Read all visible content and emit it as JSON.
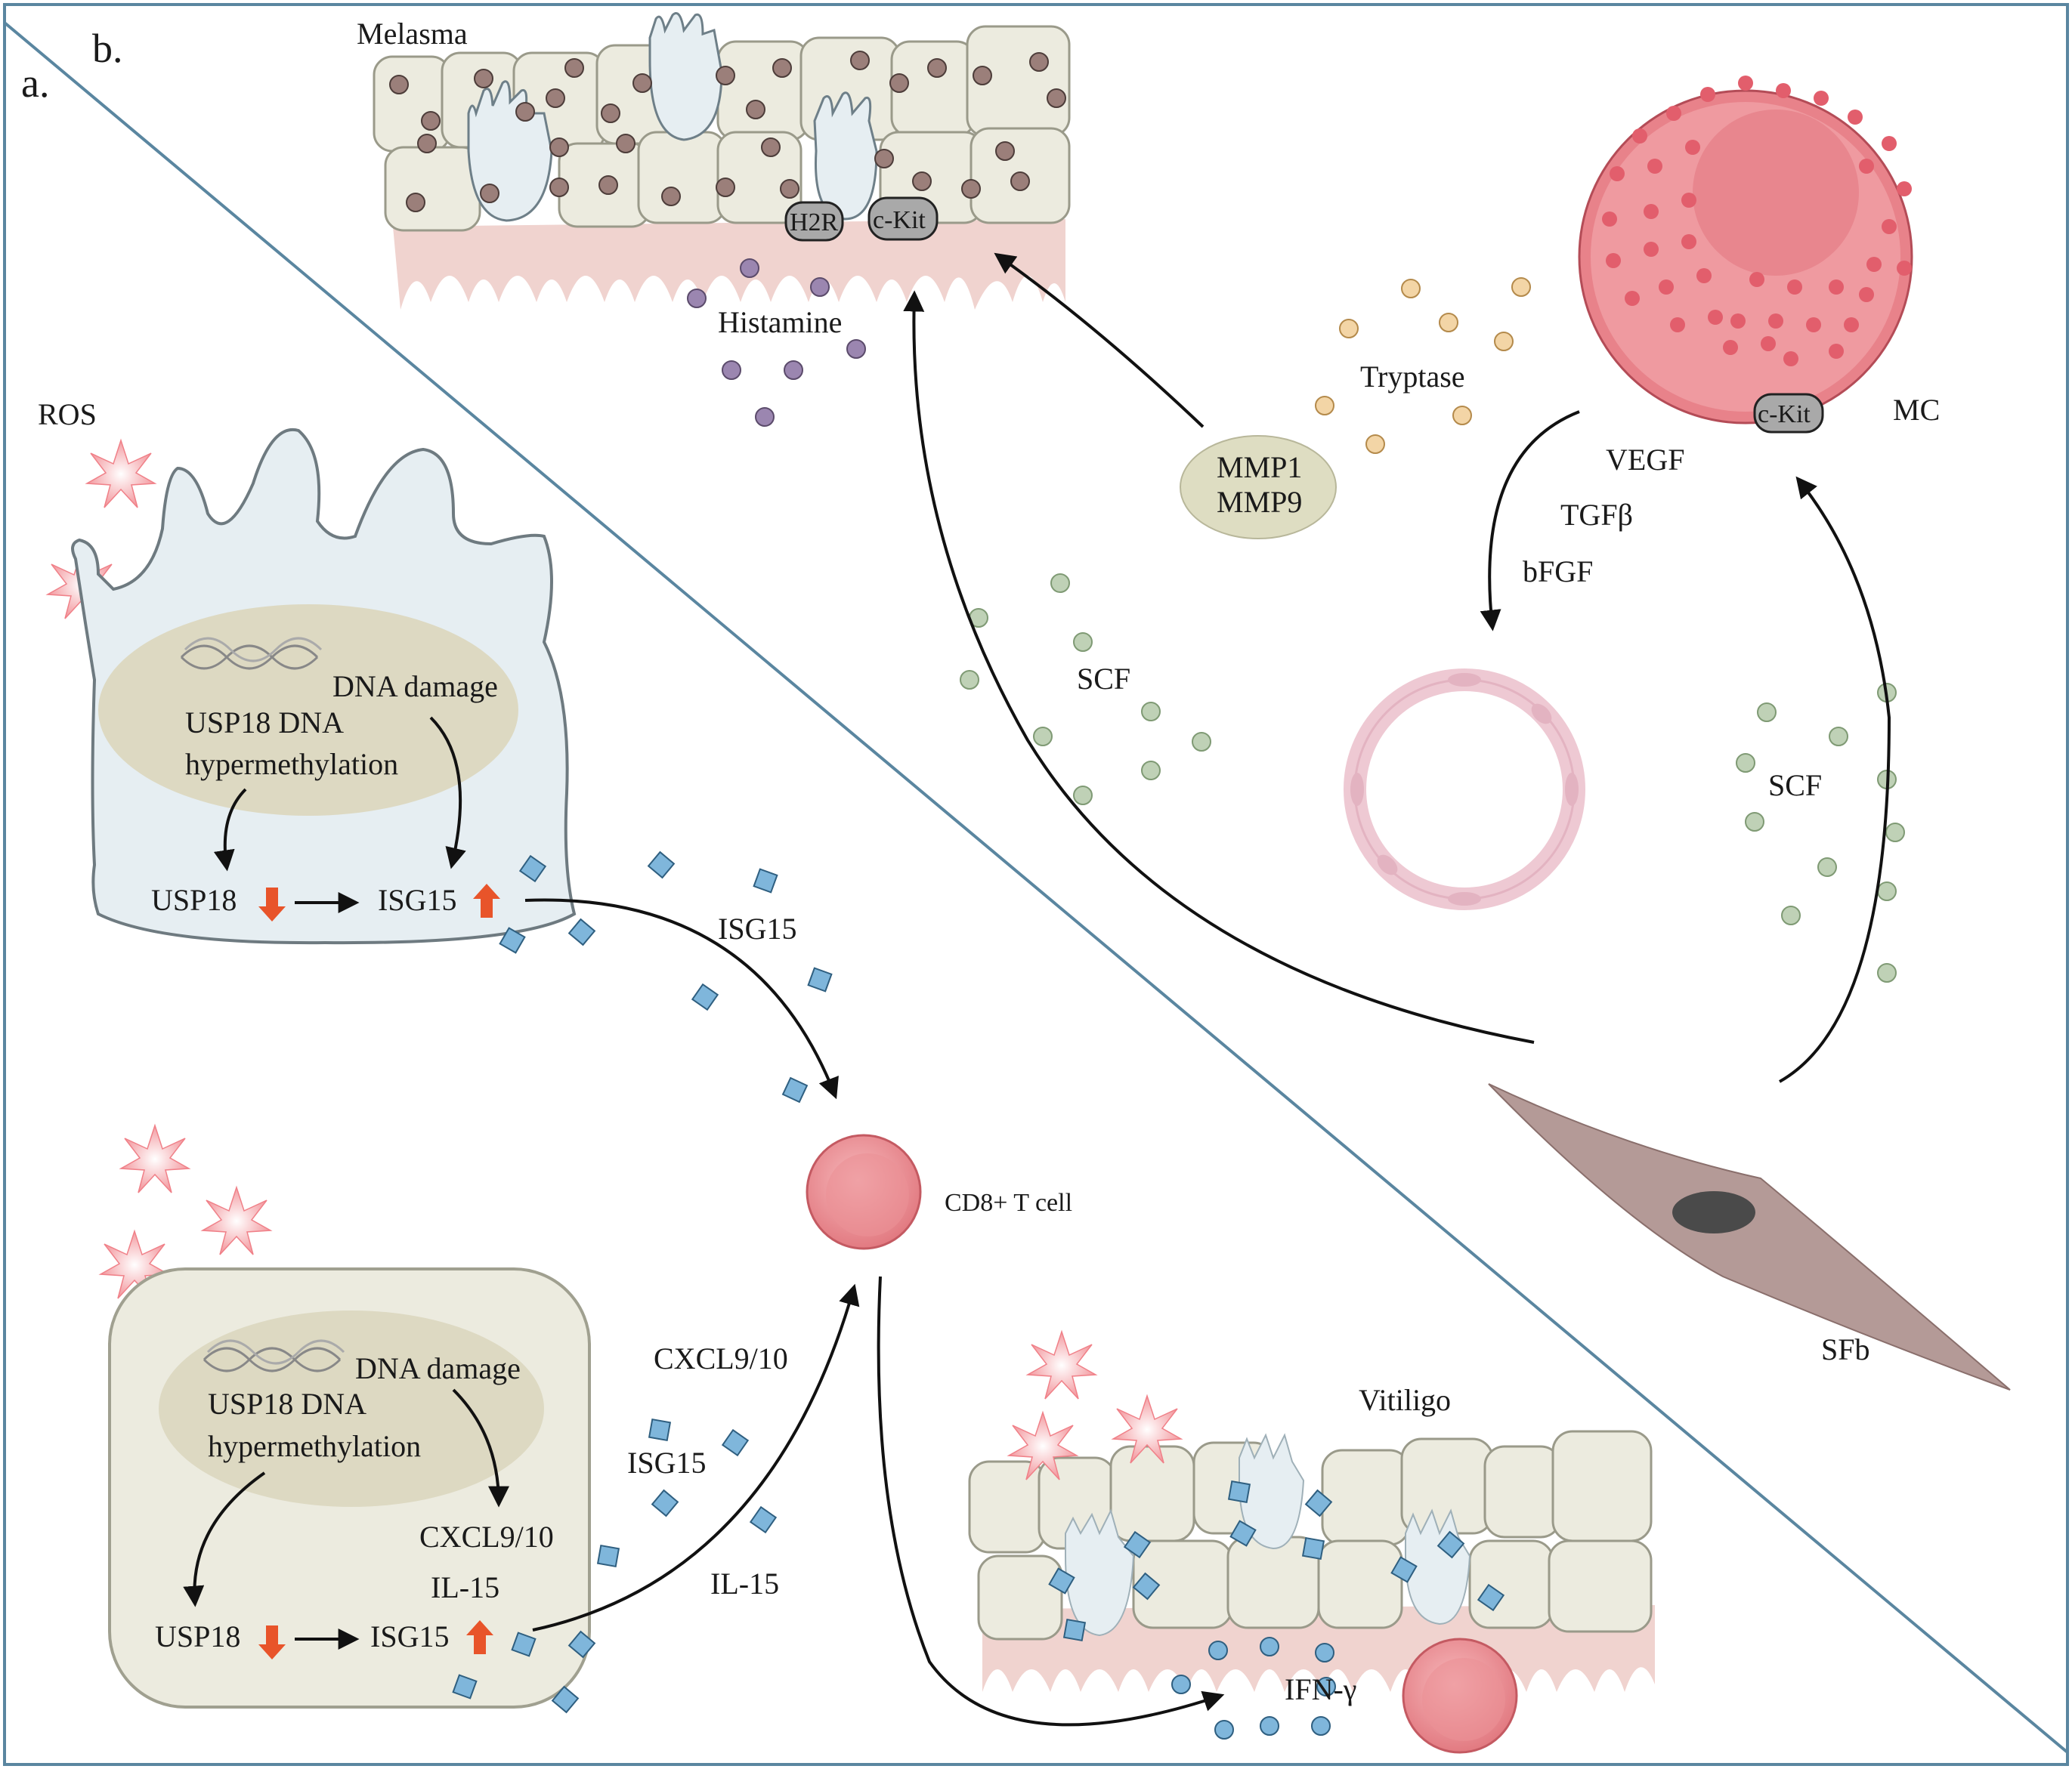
{
  "panels": {
    "a": "a.",
    "b": "b."
  },
  "labels": {
    "melasma": "Melasma",
    "h2r": "H2R",
    "ckit_melasma": "c-Kit",
    "histamine": "Histamine",
    "tryptase": "Tryptase",
    "mmp": [
      "MMP1",
      "MMP9"
    ],
    "mc": "MC",
    "ckit_mc": "c-Kit",
    "vegf": "VEGF",
    "tgfb": "TGFβ",
    "bfgf": "bFGF",
    "scf_left": "SCF",
    "scf_right": "SCF",
    "sfb": "SFb",
    "ros": "ROS",
    "melanocyte": {
      "dna_damage": "DNA damage",
      "usp18_line1": "USP18 DNA",
      "usp18_line2": "hypermethylation",
      "usp18": "USP18",
      "isg15": "ISG15"
    },
    "isg15_mid": "ISG15",
    "cd8": "CD8+ T cell",
    "keratinocyte": {
      "dna_damage": "DNA damage",
      "usp18_line1": "USP18 DNA",
      "usp18_line2": "hypermethylation",
      "cxcl": "CXCL9/10",
      "il15": "IL-15",
      "usp18": "USP18",
      "isg15": "ISG15"
    },
    "cxcl_mid": "CXCL9/10",
    "isg15_low": "ISG15",
    "il15_low": "IL-15",
    "vitiligo": "Vitiligo",
    "ifng": "IFN-γ"
  },
  "colors": {
    "border": "#5a86a0",
    "keratinocyte_fill": "#ecebdf",
    "keratinocyte_stroke": "#9a9a8a",
    "melanocyte_fill": "#e6eef2",
    "dermis": "#f0d3cf",
    "melanin": "#9b7f7a",
    "histamine": "#9b86b0",
    "tryptase": "#f3d5a6",
    "scf": "#bfd1b6",
    "mast_cell": "#e8828a",
    "cd8": "#e9878c",
    "isg15_square": "#7fb6db",
    "ifng_dot": "#7fb6db",
    "ros": "#f6a3a8",
    "fibroblast": "#b49a97",
    "vessel": "#eec9d3",
    "up_down_arrow": "#e8542a"
  },
  "icons": [
    "ros-burst-icon",
    "dna-helix-icon",
    "isg15-square-icon",
    "down-arrow-icon",
    "up-arrow-icon"
  ]
}
